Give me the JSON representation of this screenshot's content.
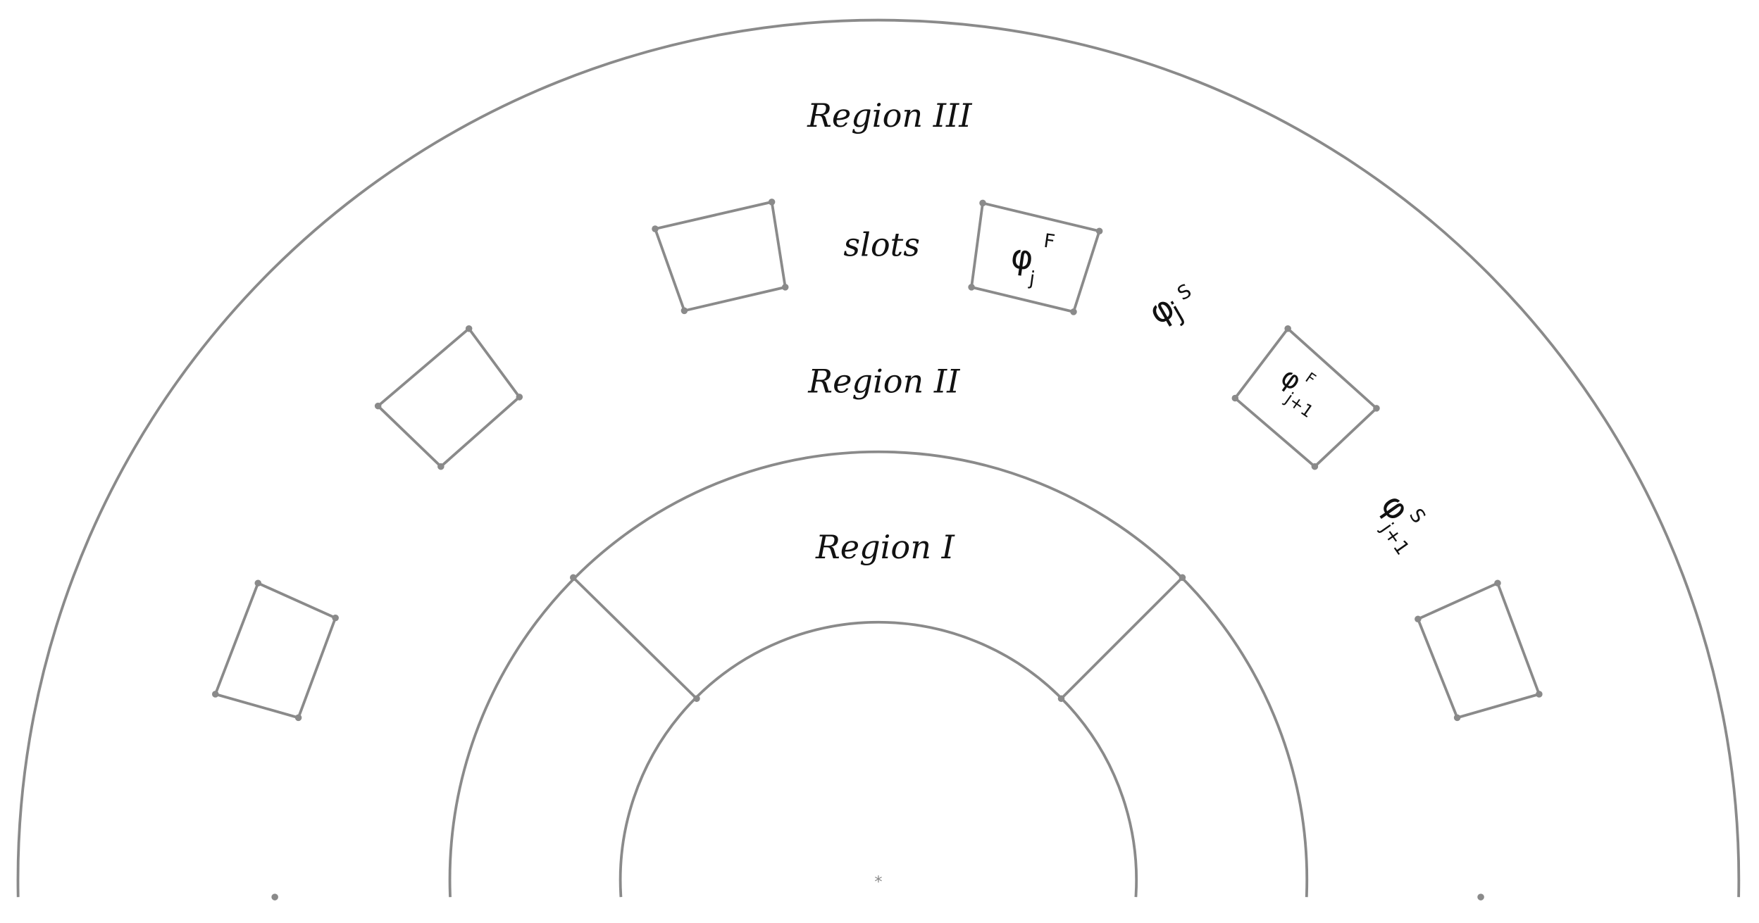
{
  "labels": {
    "region_3": "Region III",
    "region_2": "Region II",
    "region_1": "Region I",
    "slots": "slots"
  },
  "symbols": {
    "phi_j_F": {
      "base": "φ",
      "sub": "j",
      "sup": "F"
    },
    "phi_j_S": {
      "base": "φ",
      "sub": "j",
      "sup": "S"
    },
    "phi_j1_F": {
      "base": "φ",
      "sub": "j+1",
      "sup": "F"
    },
    "phi_j1_S": {
      "base": "φ",
      "sub": "j+1",
      "sup": "S"
    }
  },
  "colors": {
    "stroke": "#8a8a8a",
    "text": "#111111"
  }
}
